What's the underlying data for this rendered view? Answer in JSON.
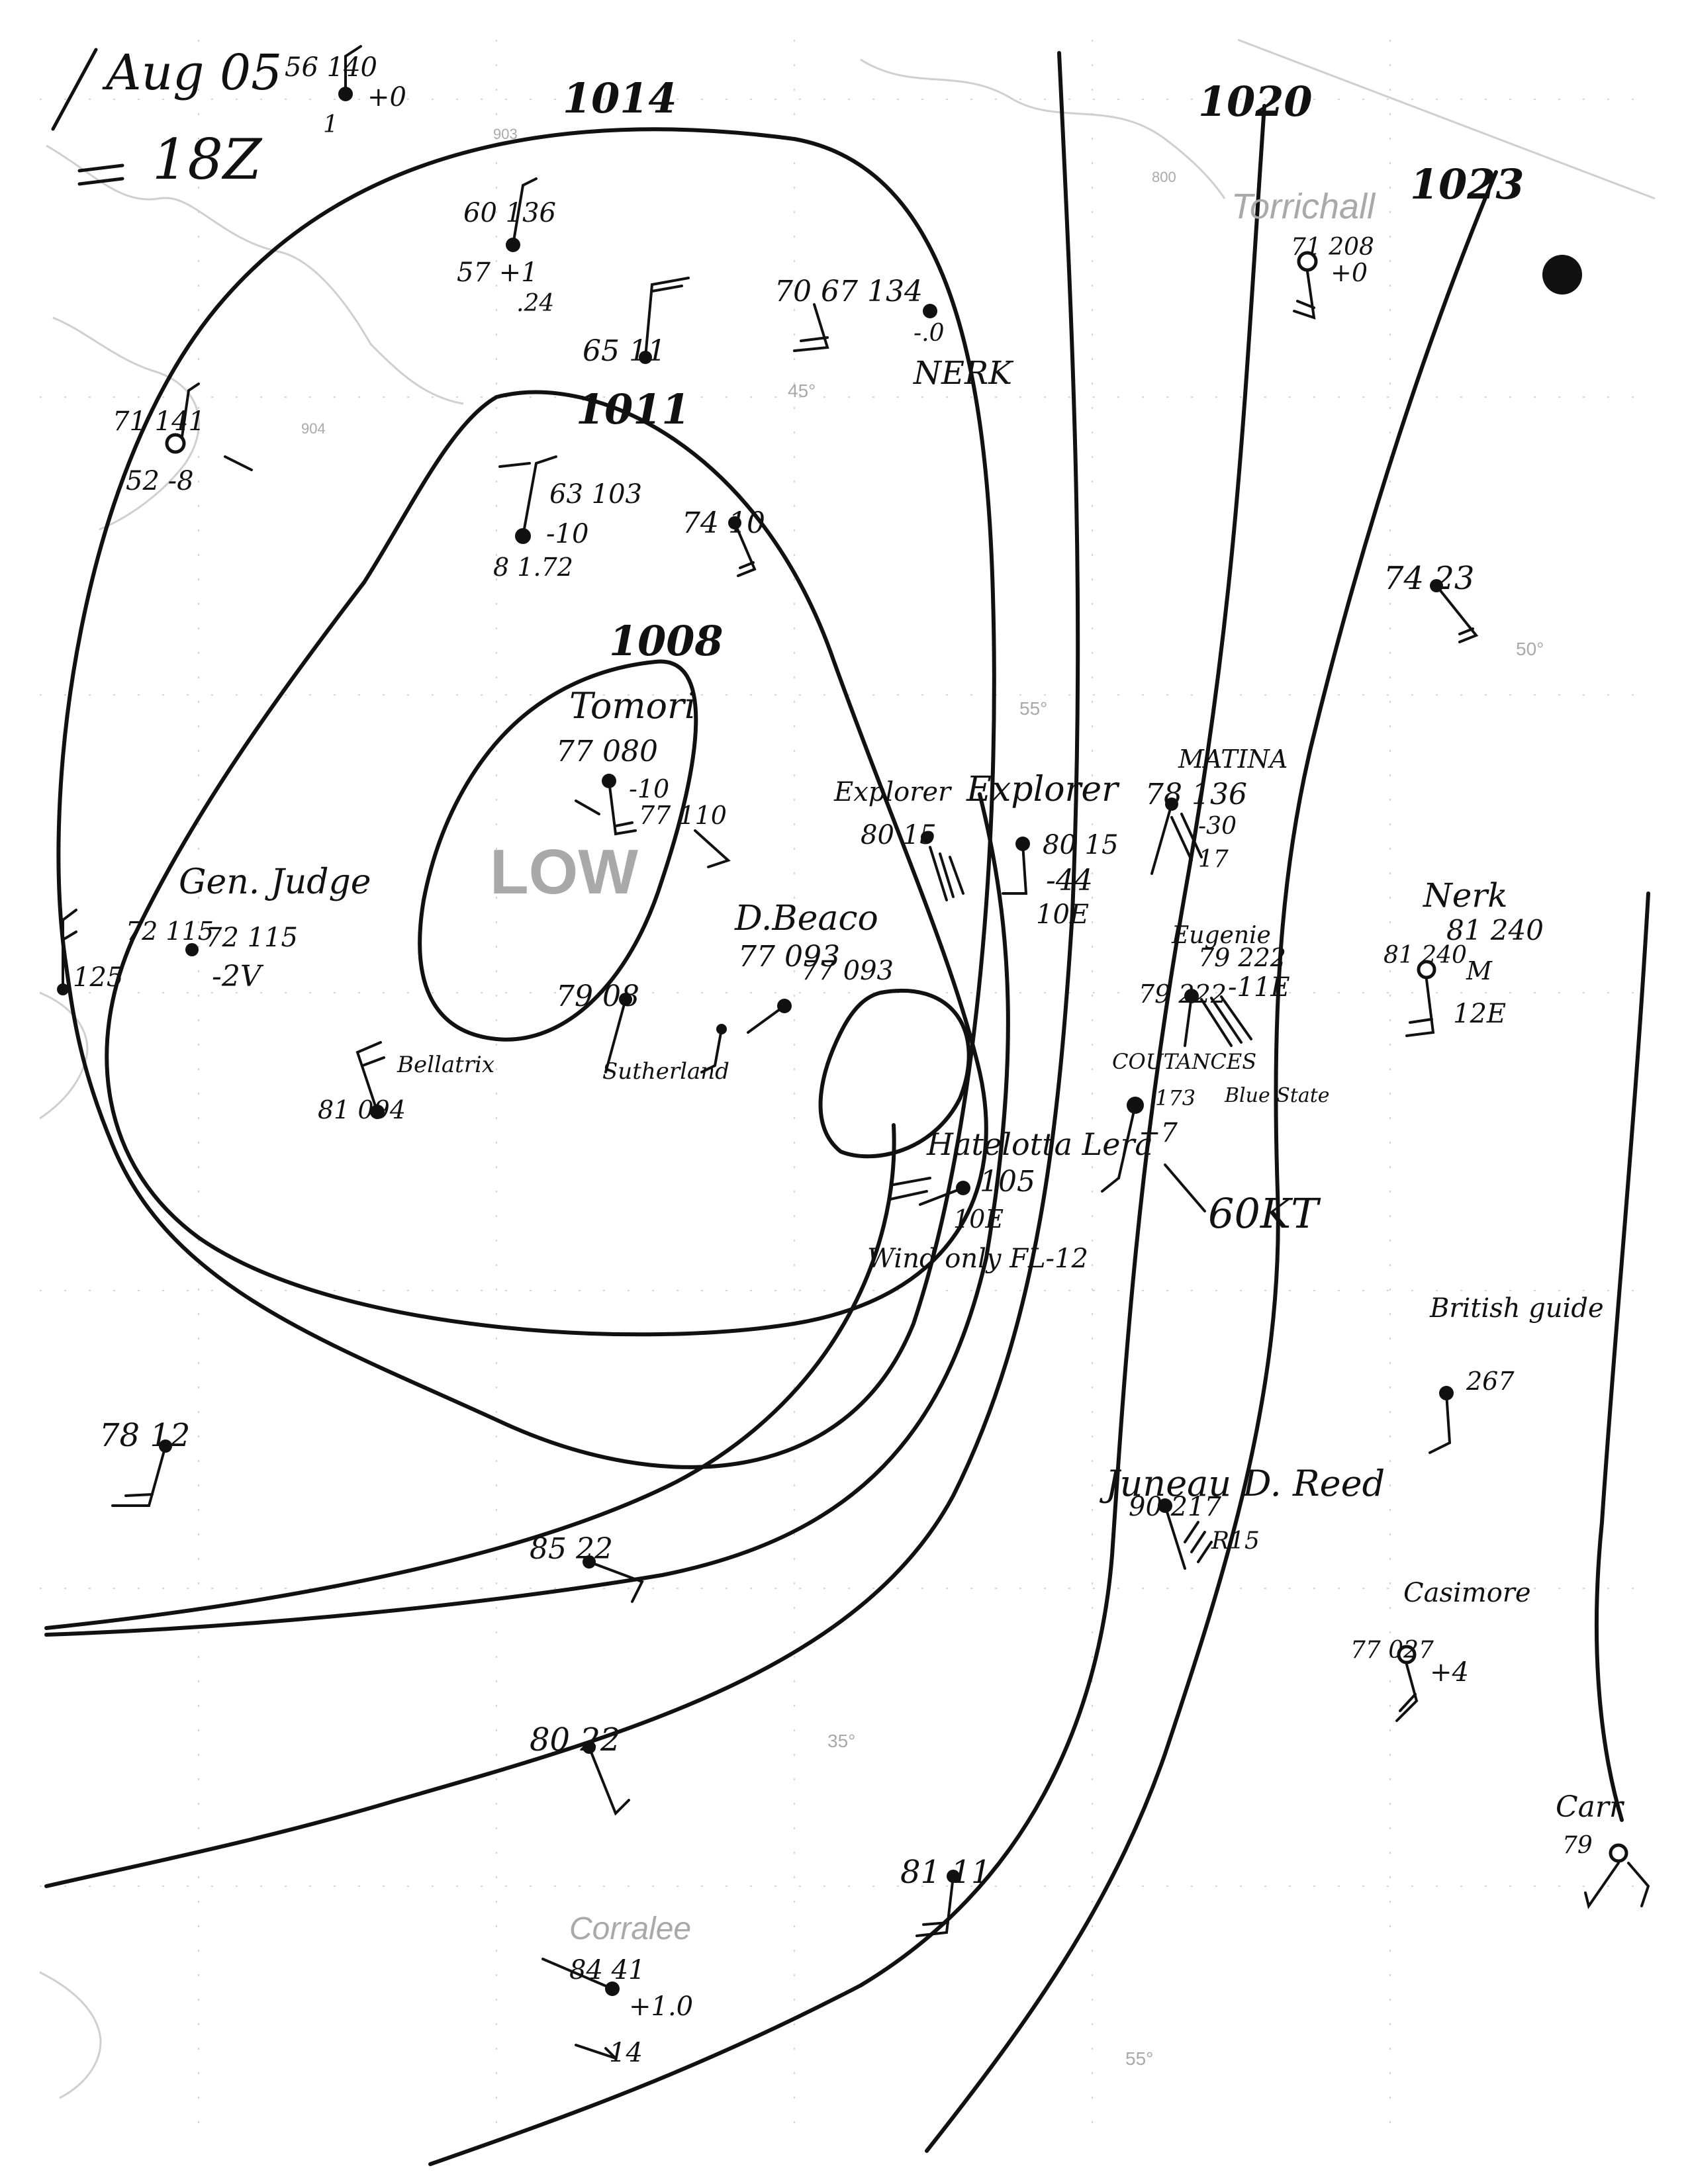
{
  "chart_header": {
    "date": "Aug 05",
    "time": "18Z"
  },
  "isobar_labels": [
    "1014",
    "1011",
    "1008",
    "1020",
    "1023"
  ],
  "low_label": "LOW",
  "wind_note": "60KT",
  "stations": [
    {
      "name": "",
      "line1": "56 140",
      "line2": "+0",
      "line3": "1"
    },
    {
      "name": "",
      "line1": "60 136",
      "line2": "57 +1",
      "line3": ".24"
    },
    {
      "name": "",
      "line1": "65 11",
      "line2": "",
      "line3": ""
    },
    {
      "name": "",
      "line1": "70 67 134",
      "line2": "-.0",
      "line3": ""
    },
    {
      "name": "NERK",
      "line1": "",
      "line2": "",
      "line3": ""
    },
    {
      "name": "Torrichall",
      "line1": "71 208",
      "line2": "+0",
      "line3": ""
    },
    {
      "name": "",
      "line1": "71 141",
      "line2": "52 -8",
      "line3": ""
    },
    {
      "name": "",
      "line1": "63 103",
      "line2": "-10",
      "line3": "8 1.72"
    },
    {
      "name": "",
      "line1": "74 10",
      "line2": "",
      "line3": ""
    },
    {
      "name": "",
      "line1": "74 23",
      "line2": "",
      "line3": ""
    },
    {
      "name": "Tomori",
      "line1": "77 080",
      "line2": "-10",
      "line3": "77 110"
    },
    {
      "name": "Explorer",
      "line1": "80 15",
      "line2": "-44",
      "line3": "10E"
    },
    {
      "name": "MATINA",
      "line1": "78 136",
      "line2": "-30",
      "line3": "17"
    },
    {
      "name": "Gen. Judge",
      "line1": "72 115",
      "line2": "-2V",
      "line3": "125"
    },
    {
      "name": "Nerk",
      "line1": "81 240",
      "line2": "M",
      "line3": "12E"
    },
    {
      "name": "D.Beaco",
      "line1": "77 093",
      "line2": "",
      "line3": ""
    },
    {
      "name": "",
      "line1": "79 08",
      "line2": "",
      "line3": ""
    },
    {
      "name": "Eugenie",
      "line1": "79 222",
      "line2": "-11E",
      "line3": ""
    },
    {
      "name": "Bellatrix",
      "line1": "81 094",
      "line2": "",
      "line3": ""
    },
    {
      "name": "Sutherland",
      "line1": "",
      "line2": "",
      "line3": ""
    },
    {
      "name": "COUTANCES",
      "line1": "173",
      "line2": "+7",
      "line3": ""
    },
    {
      "name": "Hatelotta Lera",
      "line1": "",
      "line2": "",
      "line3": ""
    },
    {
      "name": "Blue State",
      "line1": "",
      "line2": "",
      "line3": ""
    },
    {
      "name": "",
      "line1": "105",
      "line2": "10E",
      "line3": ""
    },
    {
      "name": "Wind only FL-12",
      "line1": "",
      "line2": "",
      "line3": ""
    },
    {
      "name": "British guide",
      "line1": "267",
      "line2": "",
      "line3": ""
    },
    {
      "name": "Juneau D. Reed",
      "line1": "90 217",
      "line2": "R15",
      "line3": ""
    },
    {
      "name": "",
      "line1": "78 12",
      "line2": "",
      "line3": ""
    },
    {
      "name": "",
      "line1": "85 22",
      "line2": "",
      "line3": ""
    },
    {
      "name": "Casimore",
      "line1": "77 027",
      "line2": "+4",
      "line3": ""
    },
    {
      "name": "",
      "line1": "80 22",
      "line2": "",
      "line3": ""
    },
    {
      "name": "",
      "line1": "81 11",
      "line2": "",
      "line3": ""
    },
    {
      "name": "Carr",
      "line1": "79",
      "line2": "",
      "line3": ""
    },
    {
      "name": "Corralee",
      "line1": "84 41",
      "line2": "+1.0",
      "line3": "14"
    }
  ],
  "base_map_labels": [
    "45°",
    "55°",
    "50°",
    "35°",
    "55°",
    "903",
    "904",
    "800"
  ]
}
